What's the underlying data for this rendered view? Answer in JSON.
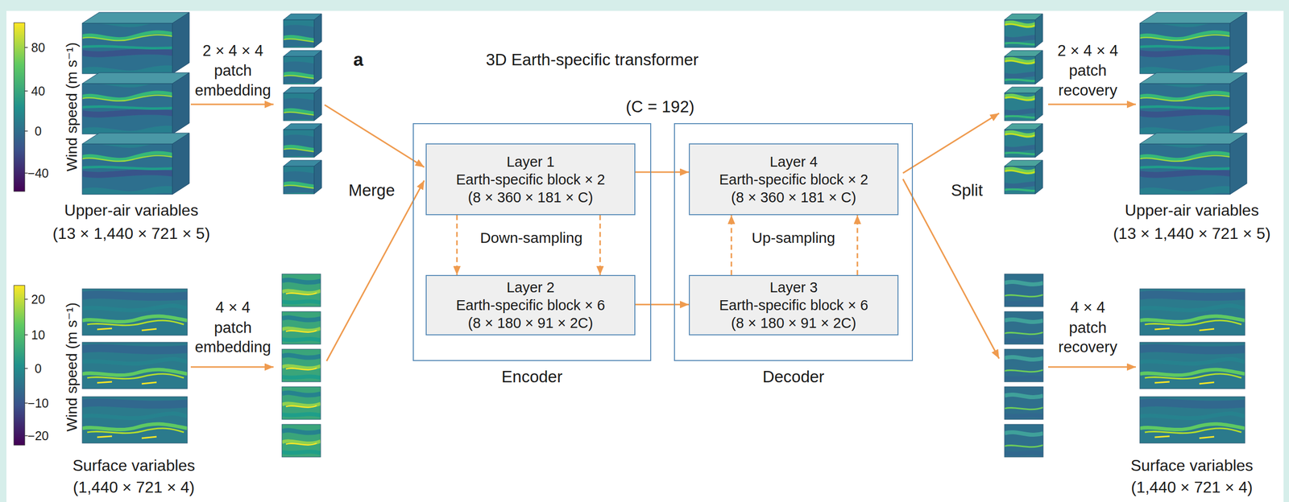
{
  "diagram": {
    "title": "3D Earth-specific transformer",
    "nodes": [
      {
        "text": [
          "Upper-air variables",
          "(13 × 1,440 × 721 × 5)"
        ]
      },
      {
        "text": [
          "Surface variables",
          "(1,440 × 721 × 4)"
        ]
      },
      {
        "text": [
          "Encoder"
        ]
      },
      {
        "text": [
          "Layer 1",
          "Earth-specific block × 2",
          "(8 × 360 × 181 × C)"
        ],
        "in": 2
      },
      {
        "text": [
          "Layer 2",
          "Earth-specific block × 6",
          "(8 × 180 × 91 × 2C)"
        ],
        "in": 2
      },
      {
        "text": [
          "Decoder"
        ]
      },
      {
        "text": [
          "Layer 4",
          "Earth-specific block × 2",
          "(8 × 360 × 181 × C)"
        ],
        "in": 5
      },
      {
        "text": [
          "Layer 3",
          "Earth-specific block × 6",
          "(8 × 180 × 91 × 2C)"
        ],
        "in": 5
      },
      {
        "text": [
          "Upper-air variables",
          "(13 × 1,440 × 721 × 5)"
        ]
      },
      {
        "text": [
          "Surface variables",
          "(1,440 × 721 × 4)"
        ]
      }
    ],
    "edges": [
      {
        "from": 3,
        "to": 6,
        "arrow": "to"
      },
      {
        "from": 3,
        "to": 4,
        "arrow": "to"
      },
      {
        "from": 3,
        "to": 4,
        "arrow": "to"
      },
      {
        "from": 4,
        "to": 7,
        "arrow": "to"
      },
      {
        "from": 7,
        "to": 6,
        "arrow": "to"
      },
      {
        "from": 7,
        "to": 6,
        "arrow": "to"
      }
    ],
    "labels": [
      "a",
      "(C = 192)",
      "80",
      "40",
      "0",
      "−40",
      "Wind speed (m s⁻¹)",
      "20",
      "10",
      "0",
      "−10",
      "−20",
      "Wind speed (m s⁻¹)",
      "2 × 4 × 4",
      "patch",
      "embedding",
      "4 × 4",
      "patch",
      "embedding",
      "Merge",
      "Down-sampling",
      "Up-sampling",
      "Split",
      "2 × 4 × 4",
      "patch",
      "recovery",
      "4 × 4",
      "patch",
      "recovery"
    ]
  }
}
